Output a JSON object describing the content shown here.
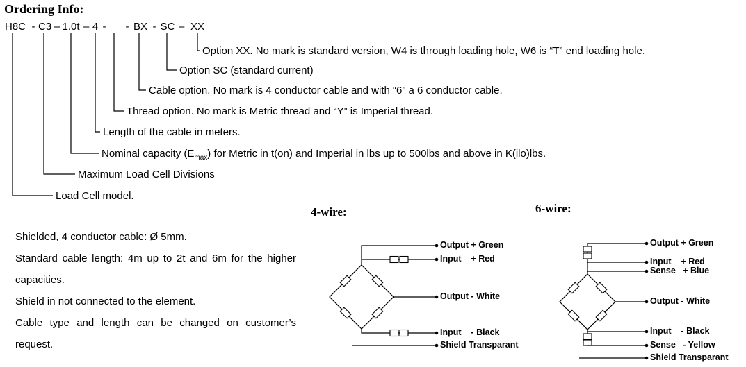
{
  "title": "Ordering Info:",
  "ordering_code": {
    "tokens": [
      {
        "text": "H8C"
      },
      {
        "text": "C3"
      },
      {
        "text": "1.0t"
      },
      {
        "text": "4"
      },
      {
        "text": ""
      },
      {
        "text": "BX"
      },
      {
        "text": "SC"
      },
      {
        "text": "XX"
      }
    ],
    "separators": [
      "-",
      "–",
      "–",
      "-",
      "-",
      "-",
      "–"
    ]
  },
  "callouts": [
    {
      "label": "Option XX. No mark is standard version, W4 is through loading hole, W6 is “T” end loading hole."
    },
    {
      "label": "Option SC (standard current)"
    },
    {
      "label": "Cable option. No mark is 4 conductor cable and with “6” a 6 conductor cable."
    },
    {
      "label": "Thread option. No mark is Metric thread and “Y” is Imperial thread."
    },
    {
      "label": "Length of the cable in meters."
    },
    {
      "prefix": "Nominal capacity (E",
      "sub": "max",
      "suffix": ") for Metric in t(on) and Imperial in lbs up to 500lbs and above in K(ilo)lbs."
    },
    {
      "label": "Maximum Load Cell Divisions"
    },
    {
      "label": "Load Cell model."
    }
  ],
  "notes": [
    "Shielded, 4 conductor cable: Ø 5mm.",
    "Standard cable length: 4m up to 2t and 6m for the higher capacities.",
    "Shield in not connected to the element.",
    "Cable type and length can be changed on customer’s request."
  ],
  "wiring": {
    "four_wire": {
      "title": "4-wire:",
      "labels": [
        "Output + Green",
        "Input    + Red",
        "Output - White",
        "Input    - Black",
        "Shield Transparant"
      ]
    },
    "six_wire": {
      "title": "6-wire:",
      "labels": [
        "Output + Green",
        "Input    + Red",
        "Sense   + Blue",
        "Output - White",
        "Input    - Black",
        "Sense   - Yellow",
        "Shield Transparant"
      ]
    }
  }
}
